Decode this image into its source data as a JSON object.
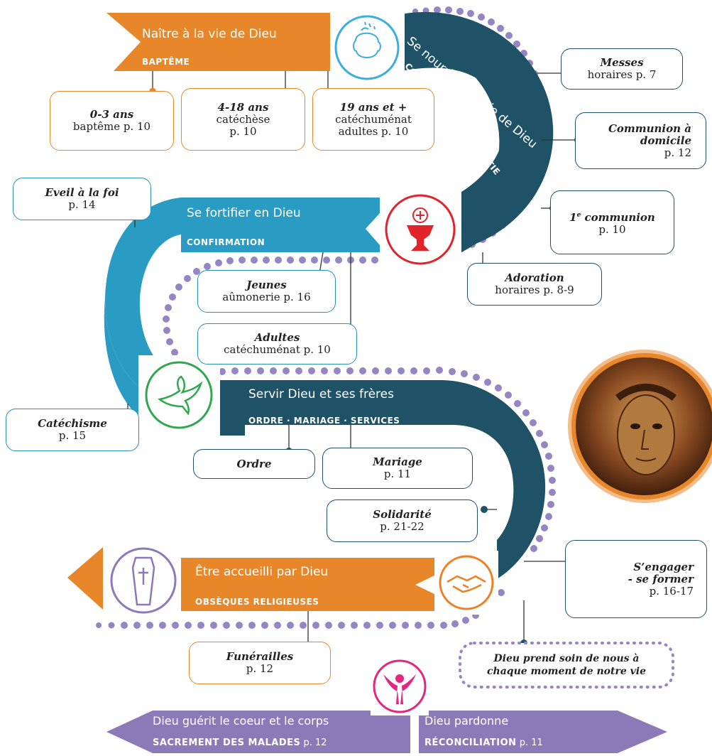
{
  "steps": {
    "bapteme": {
      "title": "Naître à la vie de Dieu",
      "subtitle": "BAPTÊME"
    },
    "communion": {
      "title": "Se nourrir de la vie de Dieu",
      "subtitle": "COMMUNION · EUCHARISTIE"
    },
    "confirmation": {
      "title": "Se fortifier en Dieu",
      "subtitle": "CONFIRMATION"
    },
    "servir": {
      "title": "Servir Dieu et ses frères",
      "subtitle": "ORDRE · MARIAGE · SERVICES"
    },
    "obseques": {
      "title": "Être accueilli par Dieu",
      "subtitle": "OBSÈQUES RELIGIEUSES"
    }
  },
  "boxes": {
    "b03": {
      "title": "0-3 ans",
      "detail": "baptême p. 10"
    },
    "b418": {
      "title": "4-18 ans",
      "detail": "catéchèse",
      "page": "p. 10"
    },
    "b19": {
      "title": "19 ans et +",
      "detail": "catéchuménat",
      "detail2": "adultes p. 10"
    },
    "messes": {
      "title": "Messes",
      "detail": "horaires p. 7"
    },
    "communion_dom": {
      "title": "Communion à",
      "title2": "domicile",
      "page": "p. 12"
    },
    "premiere": {
      "title_main": "1",
      "title_sup": "e",
      "title_rest": " communion",
      "page": "p. 10"
    },
    "adoration": {
      "title": "Adoration",
      "detail": "horaires p. 8-9"
    },
    "eveil": {
      "title": "Eveil à la foi",
      "page": "p. 14"
    },
    "jeunes": {
      "title": "Jeunes",
      "detail": "aûmonerie p. 16"
    },
    "adultes": {
      "title": "Adultes",
      "detail": "catéchuménat p. 10"
    },
    "catechisme": {
      "title": "Catéchisme",
      "page": "p. 15"
    },
    "ordre": {
      "title": "Ordre"
    },
    "mariage": {
      "title": "Mariage",
      "page": "p. 11"
    },
    "solidarite": {
      "title": "Solidarité",
      "page": "p. 21-22"
    },
    "engager": {
      "title": "S’engager",
      "title2": "- se former",
      "page": "p. 16-17"
    },
    "funerailles": {
      "title": "Funérailles",
      "page": "p. 12"
    },
    "dieu_prend": {
      "line1": "Dieu prend soin de nous à",
      "line2": "chaque moment de notre vie"
    }
  },
  "footer": {
    "left_title": "Dieu guérit le coeur et le corps",
    "left_sub": "SACREMENT DES MALADES",
    "left_page": " p. 12",
    "right_title": "Dieu pardonne",
    "right_sub": "RÉCONCILIATION",
    "right_page": " p. 11"
  },
  "icons": [
    "baptism-head-icon",
    "chalice-icon",
    "dove-icon",
    "handshake-icon",
    "coffin-icon",
    "angel-icon",
    "christ-icon-image"
  ],
  "colors": {
    "orange": "#e8872a",
    "navy": "#1f5266",
    "blue": "#2a9cc4",
    "purple": "#8c7ab8",
    "dots": "#9585c2"
  }
}
